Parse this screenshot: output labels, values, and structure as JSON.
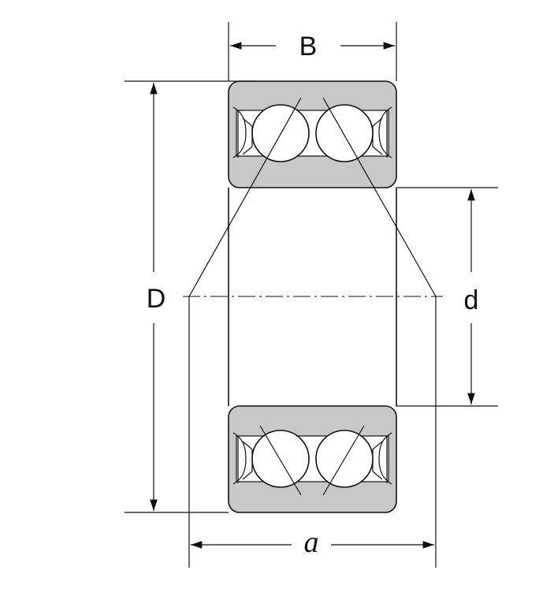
{
  "labels": {
    "width": "B",
    "outer_diameter": "D",
    "bore_diameter": "d",
    "load_center": "a"
  },
  "colors": {
    "ring_fill": "#c8c8c8",
    "ball_fill": "#ffffff",
    "line": "#111111",
    "background": "#ffffff"
  }
}
